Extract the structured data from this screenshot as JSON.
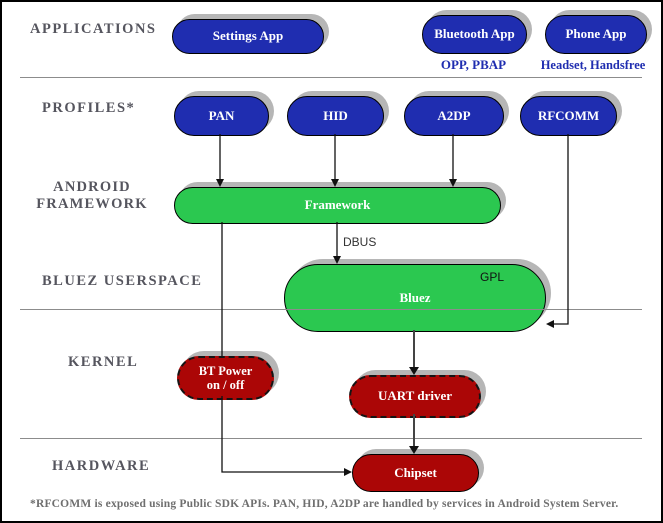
{
  "colors": {
    "node_blue": "#1f2db0",
    "node_green": "#2bc850",
    "node_red": "#ab0606",
    "label_gray": "#55555e",
    "shadow_gray": "#b6b6b6"
  },
  "layers": {
    "applications": "APPLICATIONS",
    "profiles": "PROFILES*",
    "android_framework_line1": "ANDROID",
    "android_framework_line2": "FRAMEWORK",
    "bluez_userspace": "BLUEZ USERSPACE",
    "kernel": "KERNEL",
    "hardware": "HARDWARE"
  },
  "nodes": {
    "settings_app": "Settings App",
    "bluetooth_app": "Bluetooth App",
    "phone_app": "Phone App",
    "pan": "PAN",
    "hid": "HID",
    "a2dp": "A2DP",
    "rfcomm": "RFCOMM",
    "framework": "Framework",
    "bluez": "Bluez",
    "bt_power_line1": "BT Power",
    "bt_power_line2": "on / off",
    "uart_driver": "UART driver",
    "chipset": "Chipset"
  },
  "annotations": {
    "opp_pbap": "OPP, PBAP",
    "headset_handsfree": "Headset, Handsfree",
    "dbus": "DBUS",
    "gpl": "GPL",
    "footnote": "*RFCOMM is exposed using Public SDK APIs. PAN, HID, A2DP are handled by services in Android System Server."
  }
}
